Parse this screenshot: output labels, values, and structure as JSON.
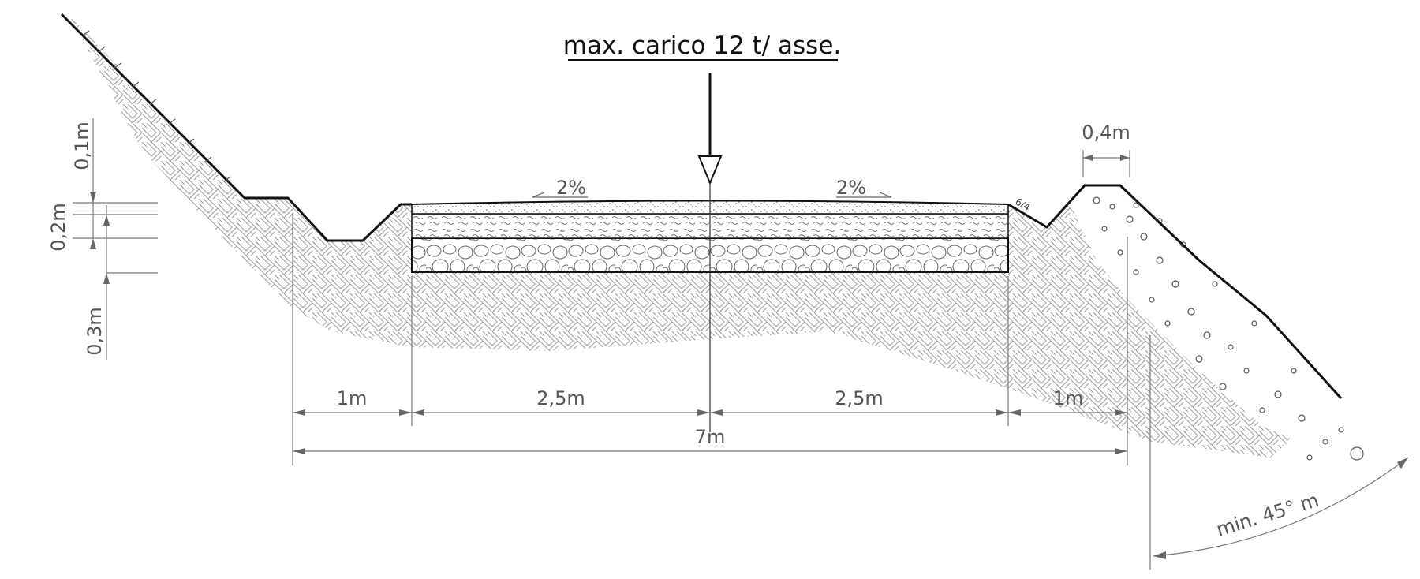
{
  "title": "max. carico 12 t/ asse.",
  "dimensions": {
    "top_layer": "0,1m",
    "base_layer": "0,2m",
    "subbase_layer": "0,3m",
    "shoulder_width": "0,4m",
    "ditch_left": "1m",
    "lane_left": "2,5m",
    "lane_right": "2,5m",
    "ditch_right": "1m",
    "total_width": "7m"
  },
  "slopes": {
    "left": "2%",
    "right": "2%",
    "embankment": "6/4"
  },
  "angle_label": "min. 45° m"
}
